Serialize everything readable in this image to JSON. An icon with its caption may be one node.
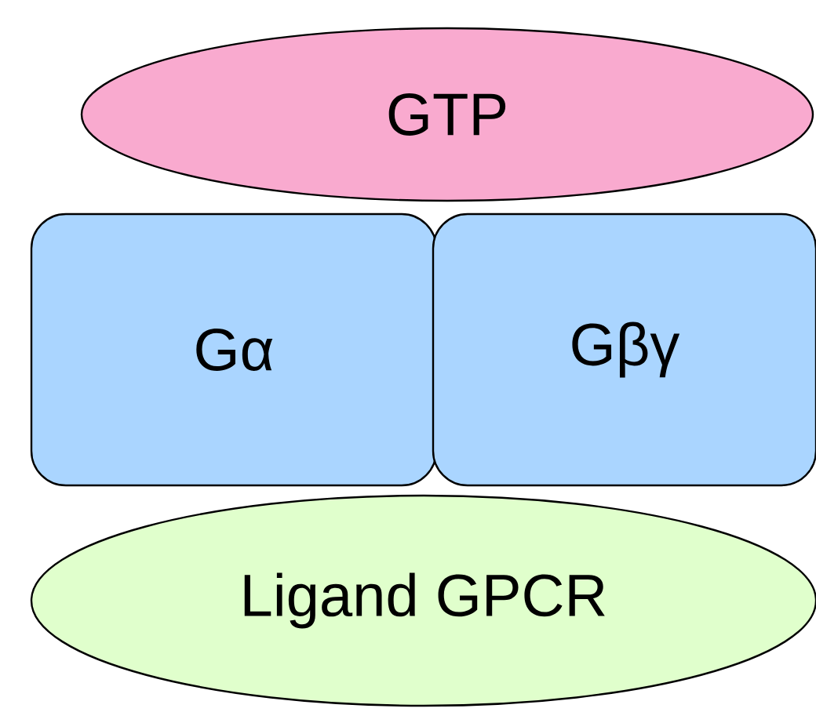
{
  "diagram": {
    "nodes": [
      {
        "text": [
          "GTP"
        ]
      },
      {
        "text": [
          "Gα"
        ]
      },
      {
        "text": [
          "Gβγ"
        ]
      },
      {
        "text": [
          "Ligand GPCR"
        ]
      }
    ]
  }
}
